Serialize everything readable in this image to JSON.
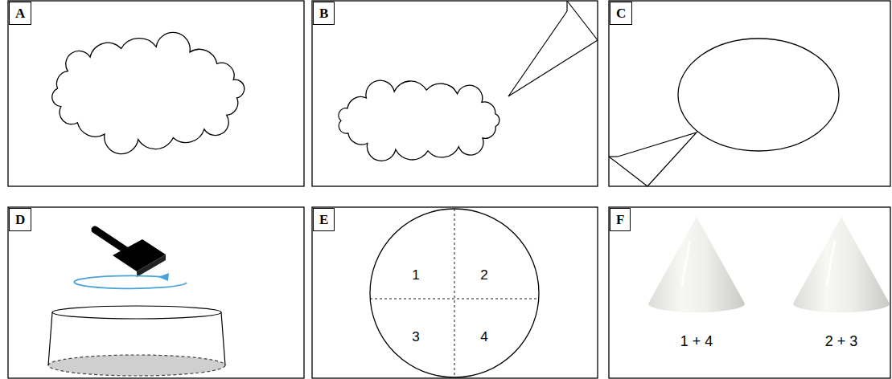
{
  "diagram": {
    "labels": [
      "A",
      "B",
      "C",
      "D",
      "E",
      "F",
      "1",
      "2",
      "3",
      "4",
      "1 + 4",
      "2 + 3"
    ]
  }
}
